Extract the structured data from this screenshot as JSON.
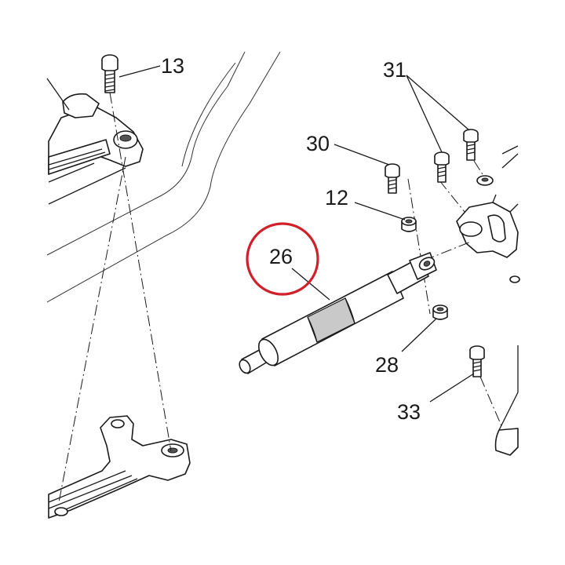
{
  "diagram": {
    "callouts": [
      {
        "id": "13",
        "label": "13"
      },
      {
        "id": "31",
        "label": "31"
      },
      {
        "id": "30",
        "label": "30"
      },
      {
        "id": "12",
        "label": "12"
      },
      {
        "id": "26",
        "label": "26"
      },
      {
        "id": "28",
        "label": "28"
      },
      {
        "id": "33",
        "label": "33"
      }
    ],
    "highlight_color": "#d0202a",
    "line_color": "#1a1a1a"
  }
}
